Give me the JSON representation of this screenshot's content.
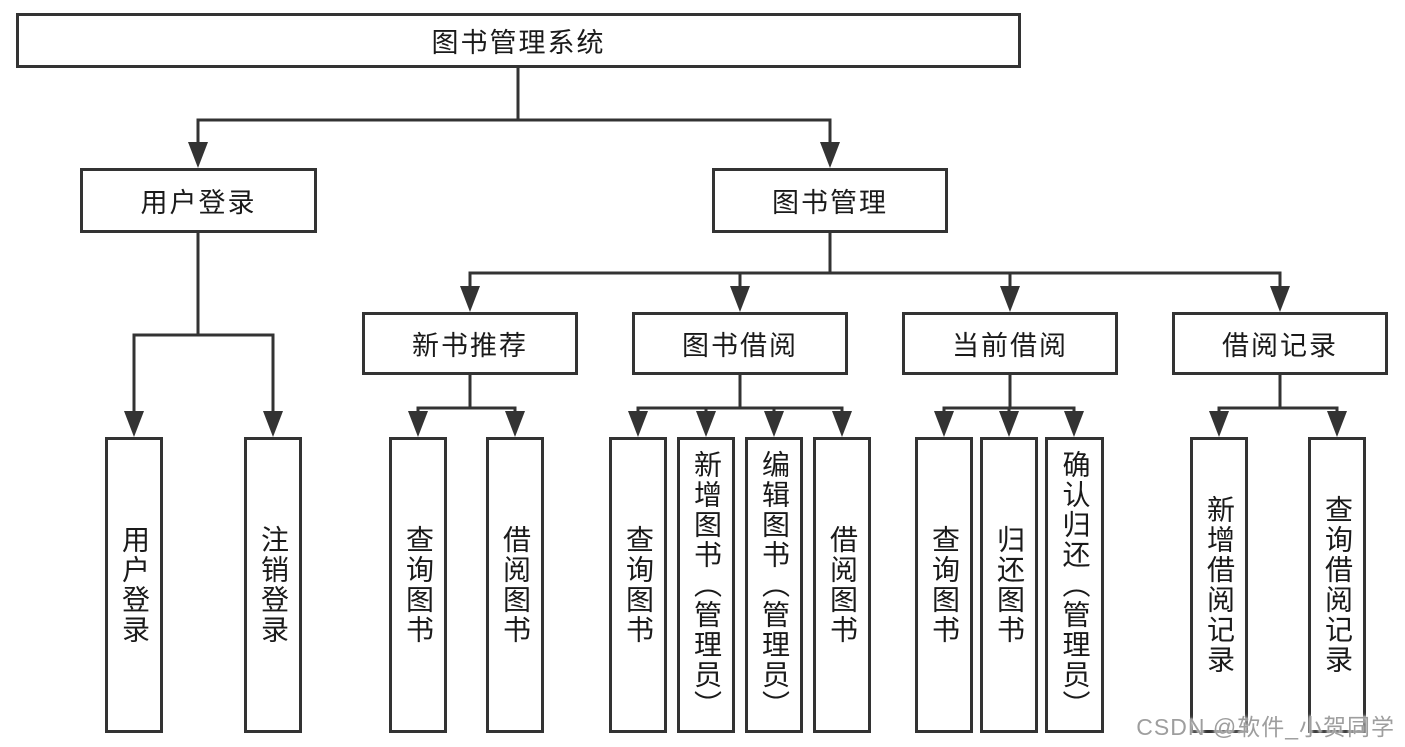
{
  "diagram_title": "图书管理系统",
  "tree": {
    "root": {
      "label": "图书管理系统"
    },
    "branches": [
      {
        "label": "用户登录",
        "children": [
          {
            "label": "用户登录"
          },
          {
            "label": "注销登录"
          }
        ]
      },
      {
        "label": "图书管理",
        "children": [
          {
            "label": "新书推荐",
            "children": [
              {
                "label": "查询图书"
              },
              {
                "label": "借阅图书"
              }
            ]
          },
          {
            "label": "图书借阅",
            "children": [
              {
                "label": "查询图书"
              },
              {
                "label": "新增图书（管理员）"
              },
              {
                "label": "编辑图书（管理员）"
              },
              {
                "label": "借阅图书"
              }
            ]
          },
          {
            "label": "当前借阅",
            "children": [
              {
                "label": "查询图书"
              },
              {
                "label": "归还图书"
              },
              {
                "label": "确认归还（管理员）"
              }
            ]
          },
          {
            "label": "借阅记录",
            "children": [
              {
                "label": "新增借阅记录"
              },
              {
                "label": "查询借阅记录"
              }
            ]
          }
        ]
      }
    ]
  },
  "watermark": {
    "text": "CSDN @软件_小贺同学"
  },
  "colors": {
    "line": "#333333",
    "text": "#1a1a1a",
    "box_fill": "#ffffff",
    "watermark": "#9e9e9e"
  }
}
